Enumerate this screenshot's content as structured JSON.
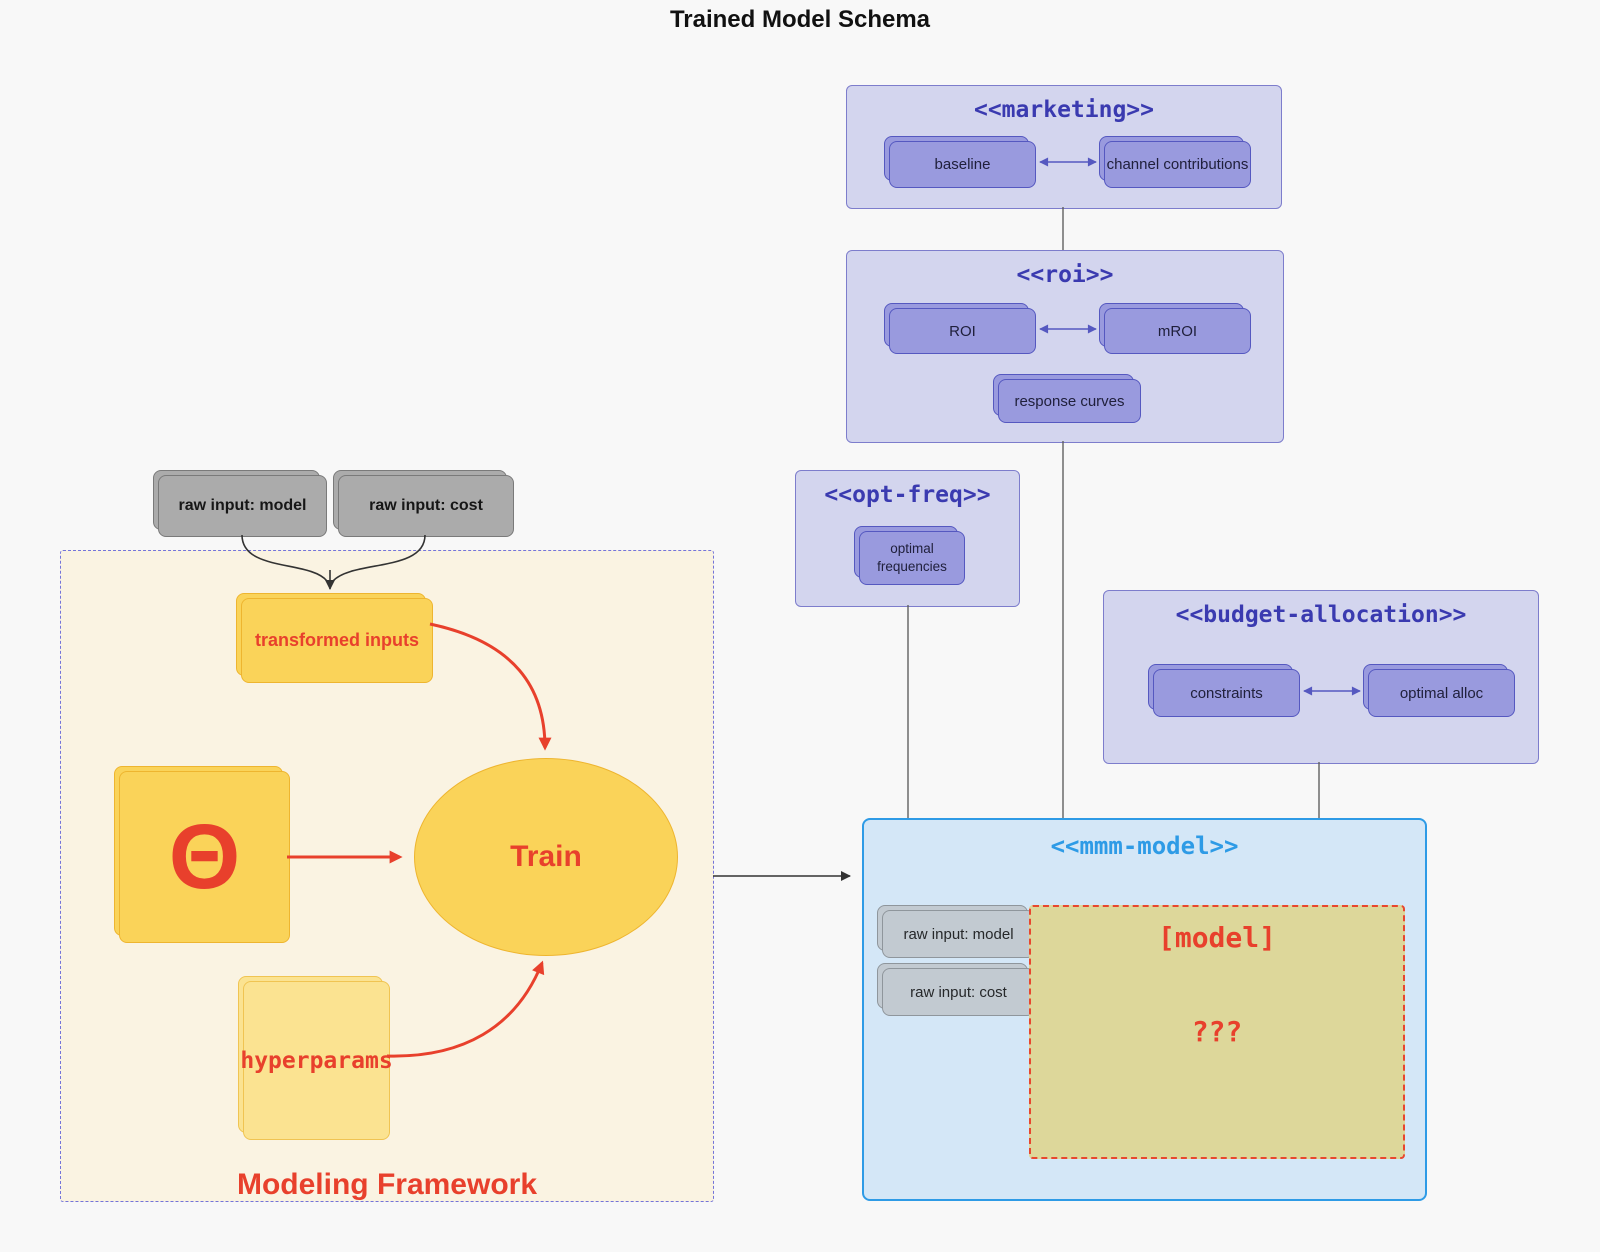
{
  "title": "Trained Model Schema",
  "colors": {
    "background": "#f8f8f8",
    "purple_container_fill": "#d3d5ee",
    "purple_container_border": "#7d7dcc",
    "purple_node_fill": "#999ade",
    "purple_node_border": "#5558c0",
    "purple_title_text": "#3a3ab0",
    "blue_container_fill": "#d4e7f7",
    "blue_accent": "#2e9be6",
    "dark_gray_node_fill": "#ababab",
    "light_gray_node_fill": "#c2cad1",
    "khaki_fill": "#ddd79a",
    "red_accent": "#e8402c",
    "framework_fill": "#faf3e2",
    "framework_border": "#7474da",
    "yellow_node_fill": "#fad359",
    "yellow_node_border": "#eeb52f",
    "light_yellow_node_fill": "#fbe391",
    "connector_gray": "#555555"
  },
  "external_inputs": {
    "raw_model": "raw input: model",
    "raw_cost": "raw input: cost"
  },
  "marketing": {
    "title": "<<marketing>>",
    "baseline": "baseline",
    "channel": "channel contributions"
  },
  "roi": {
    "title": "<<roi>>",
    "roi": "ROI",
    "mroi": "mROI",
    "response": "response curves"
  },
  "optfreq": {
    "title": "<<opt-freq>>",
    "optimal": "optimal frequencies"
  },
  "budget": {
    "title": "<<budget-allocation>>",
    "constraints": "constraints",
    "alloc": "optimal alloc"
  },
  "mmm": {
    "title": "<<mmm-model>>",
    "raw_model": "raw input: model",
    "raw_cost": "raw input: cost",
    "model_label": "[model]",
    "unknown": "???"
  },
  "framework": {
    "label": "Modeling Framework",
    "transformed": "transformed inputs",
    "theta": "Θ",
    "train": "Train",
    "hyperparams": "hyperparams"
  }
}
